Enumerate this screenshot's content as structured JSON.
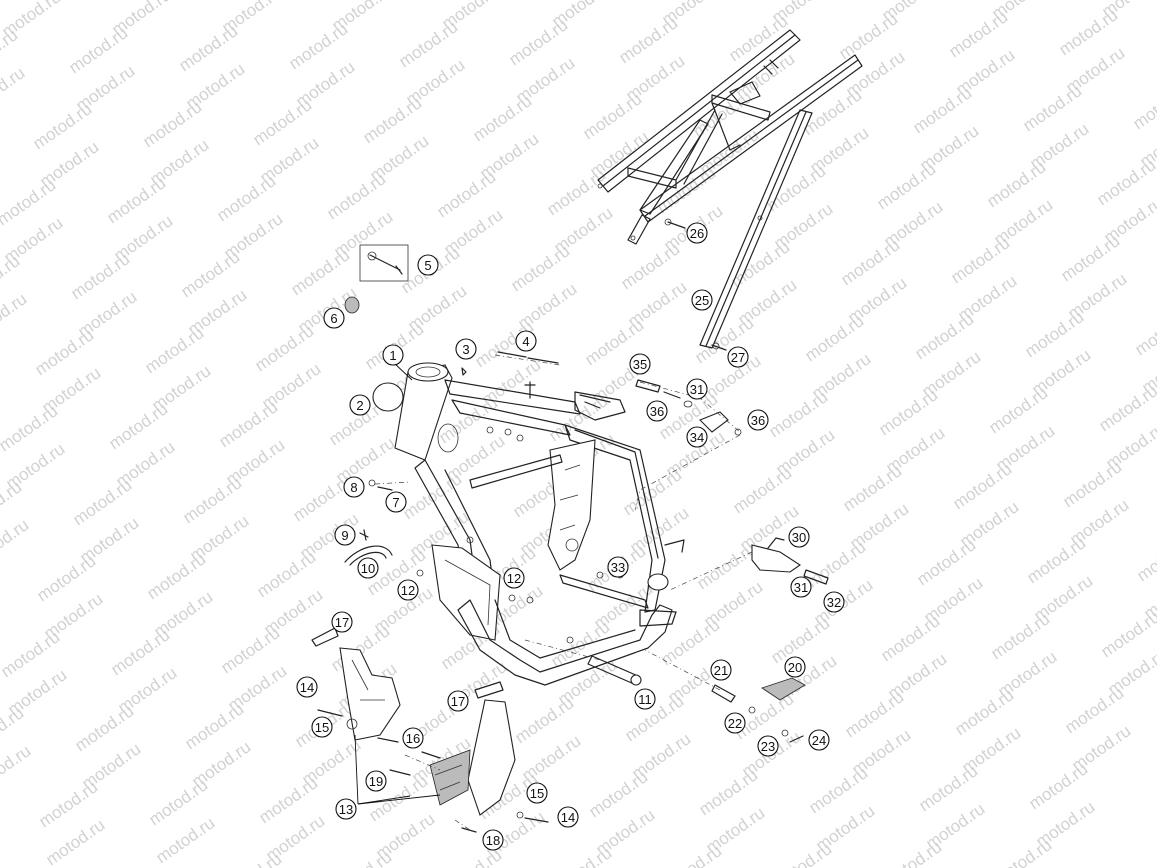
{
  "watermark": {
    "text": "motod.ru",
    "color": "#d2d2d2"
  },
  "colors": {
    "line": "#222222",
    "background": "#ffffff"
  },
  "callouts": [
    {
      "id": "c1",
      "label": "1"
    },
    {
      "id": "c2",
      "label": "2"
    },
    {
      "id": "c3",
      "label": "3"
    },
    {
      "id": "c4",
      "label": "4"
    },
    {
      "id": "c5",
      "label": "5"
    },
    {
      "id": "c6",
      "label": "6"
    },
    {
      "id": "c7",
      "label": "7"
    },
    {
      "id": "c8",
      "label": "8"
    },
    {
      "id": "c9",
      "label": "9"
    },
    {
      "id": "c10",
      "label": "10"
    },
    {
      "id": "c11",
      "label": "11"
    },
    {
      "id": "c12a",
      "label": "12"
    },
    {
      "id": "c12b",
      "label": "12"
    },
    {
      "id": "c13",
      "label": "13"
    },
    {
      "id": "c14a",
      "label": "14"
    },
    {
      "id": "c14b",
      "label": "14"
    },
    {
      "id": "c15a",
      "label": "15"
    },
    {
      "id": "c15b",
      "label": "15"
    },
    {
      "id": "c16",
      "label": "16"
    },
    {
      "id": "c17a",
      "label": "17"
    },
    {
      "id": "c17b",
      "label": "17"
    },
    {
      "id": "c18",
      "label": "18"
    },
    {
      "id": "c19",
      "label": "19"
    },
    {
      "id": "c20",
      "label": "20"
    },
    {
      "id": "c21",
      "label": "21"
    },
    {
      "id": "c22",
      "label": "22"
    },
    {
      "id": "c23",
      "label": "23"
    },
    {
      "id": "c24",
      "label": "24"
    },
    {
      "id": "c25",
      "label": "25"
    },
    {
      "id": "c26",
      "label": "26"
    },
    {
      "id": "c27",
      "label": "27"
    },
    {
      "id": "c30",
      "label": "30"
    },
    {
      "id": "c31a",
      "label": "31"
    },
    {
      "id": "c31b",
      "label": "31"
    },
    {
      "id": "c32",
      "label": "32"
    },
    {
      "id": "c33",
      "label": "33"
    },
    {
      "id": "c34",
      "label": "34"
    },
    {
      "id": "c35",
      "label": "35"
    },
    {
      "id": "c36a",
      "label": "36"
    },
    {
      "id": "c36b",
      "label": "36"
    }
  ]
}
